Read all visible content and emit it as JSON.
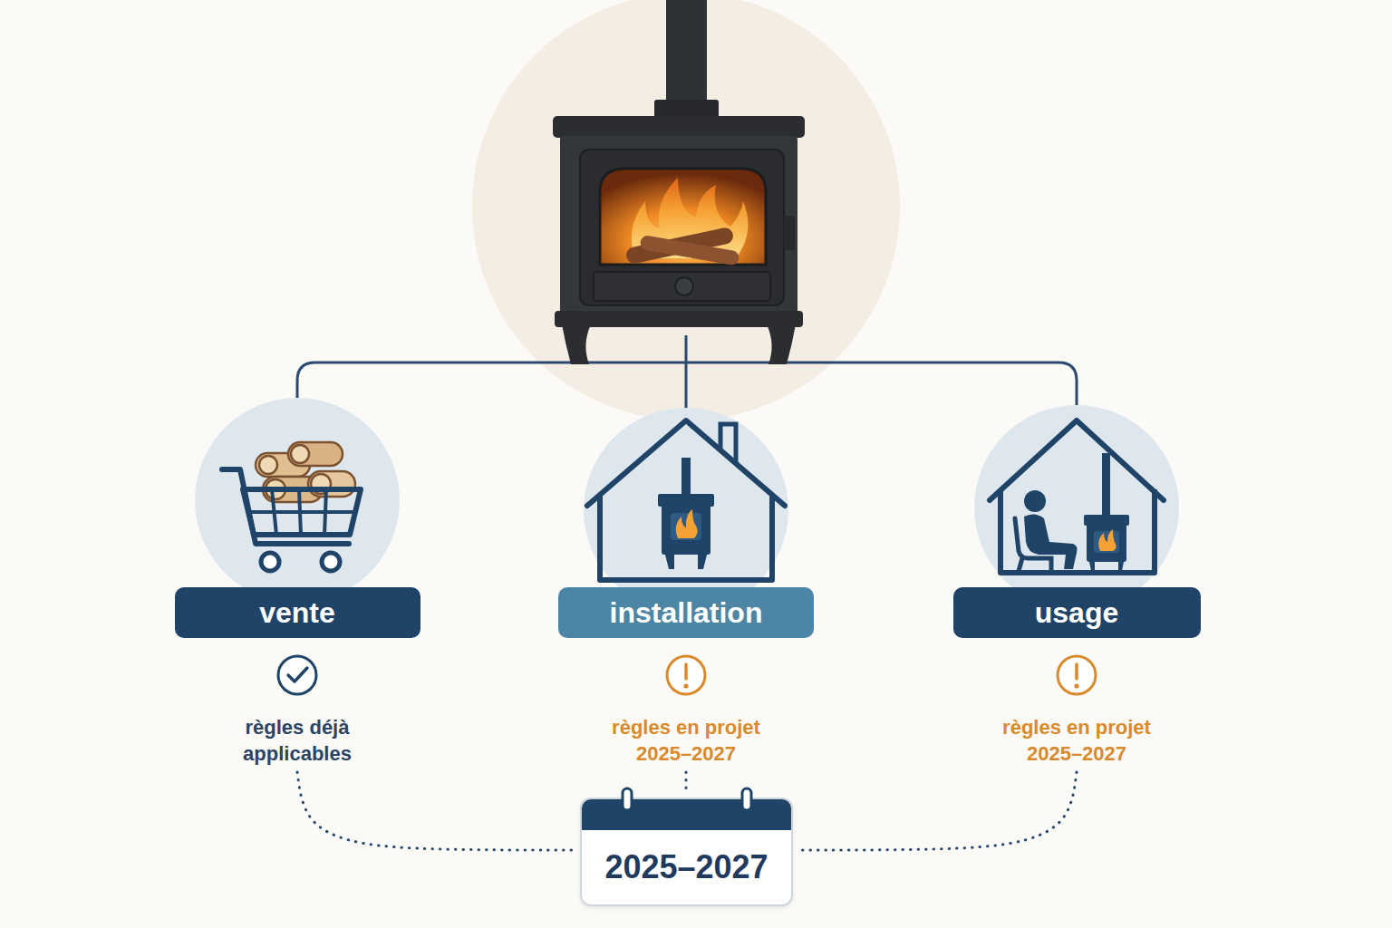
{
  "diagram": {
    "nodes": [
      {
        "text": [
          "vente",
          "règles déjà applicables"
        ]
      },
      {
        "text": [
          "installation",
          "règles en projet 2025–2027"
        ]
      },
      {
        "text": [
          "usage",
          "règles en projet 2025–2027"
        ]
      },
      {
        "text": [
          "2025–2027"
        ]
      }
    ],
    "edges": [
      {
        "from": 0,
        "to": 3,
        "arrow": "none"
      },
      {
        "from": 1,
        "to": 3,
        "arrow": "none"
      },
      {
        "from": 2,
        "to": 3,
        "arrow": "none"
      }
    ]
  }
}
